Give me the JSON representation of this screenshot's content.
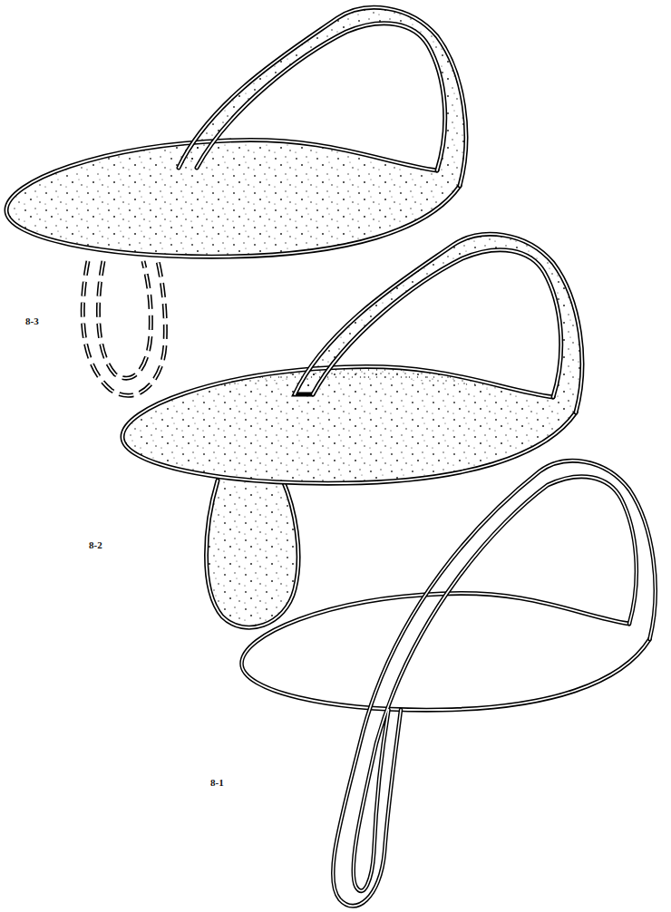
{
  "diagram": {
    "labels": [
      "8-3",
      "8-2",
      "8-1"
    ]
  }
}
